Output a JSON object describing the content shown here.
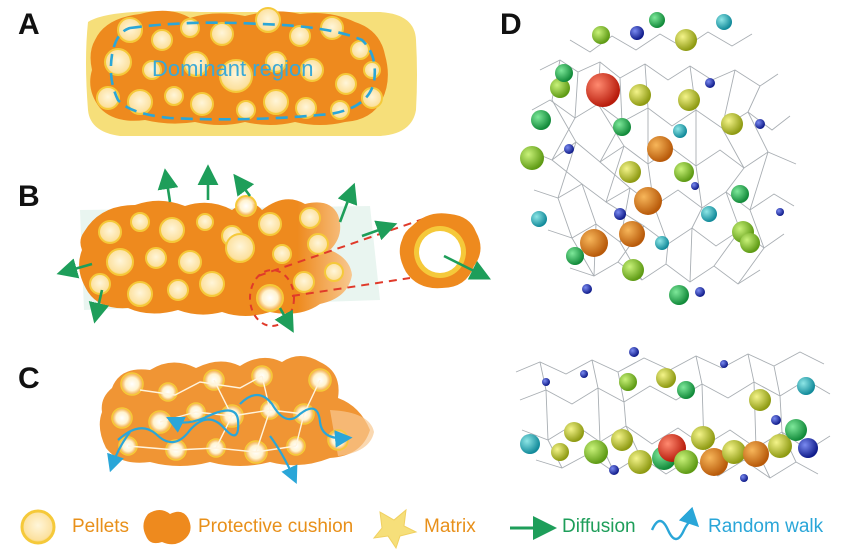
{
  "panels": {
    "a": {
      "letter": "A",
      "region_label": "Dominant region"
    },
    "b": {
      "letter": "B"
    },
    "c": {
      "letter": "C"
    },
    "d": {
      "letter": "D"
    }
  },
  "legend": {
    "pellets": "Pellets",
    "cushion": "Protective cushion",
    "matrix": "Matrix",
    "diffusion": "Diffusion",
    "random_walk": "Random walk"
  },
  "colors": {
    "matrix": "#F6DF7A",
    "cushion": "#EE8A1E",
    "pellet_fill": "#FCE4A8",
    "pellet_edge": "#F5C93A",
    "diffusion": "#1E9E5A",
    "random_walk": "#2AA6D8",
    "dashed_red": "#E03A2A"
  }
}
